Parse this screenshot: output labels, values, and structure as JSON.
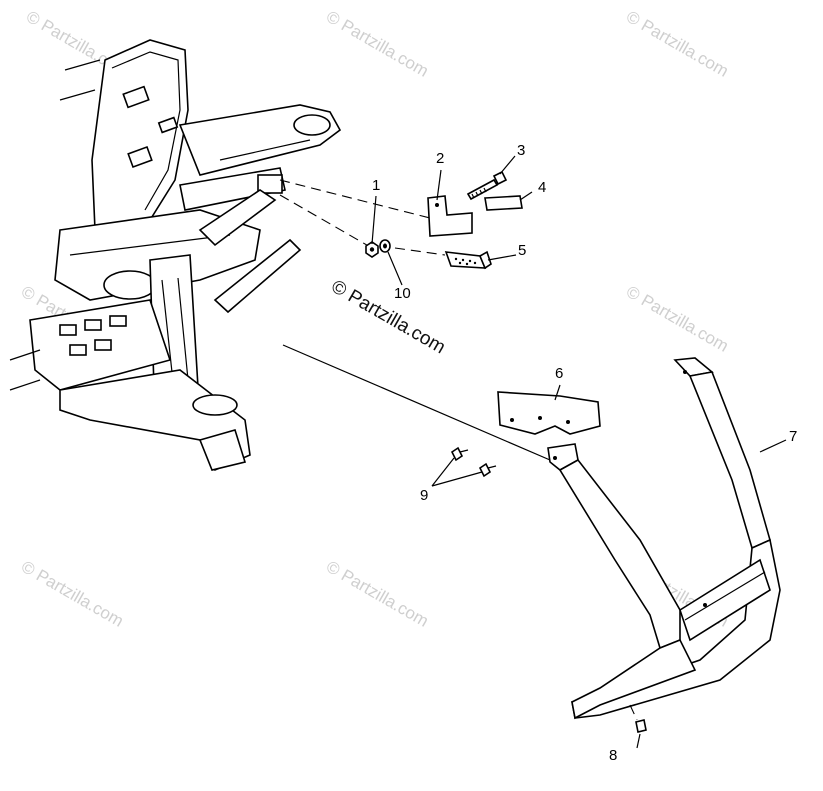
{
  "watermark": {
    "text": "© Partzilla.com",
    "main_text": "© Partzilla.com"
  },
  "callouts": [
    {
      "id": "1",
      "label": "1"
    },
    {
      "id": "2",
      "label": "2"
    },
    {
      "id": "3",
      "label": "3"
    },
    {
      "id": "4",
      "label": "4"
    },
    {
      "id": "5",
      "label": "5"
    },
    {
      "id": "6",
      "label": "6"
    },
    {
      "id": "7",
      "label": "7"
    },
    {
      "id": "8",
      "label": "8"
    },
    {
      "id": "9",
      "label": "9"
    },
    {
      "id": "10",
      "label": "10"
    }
  ]
}
